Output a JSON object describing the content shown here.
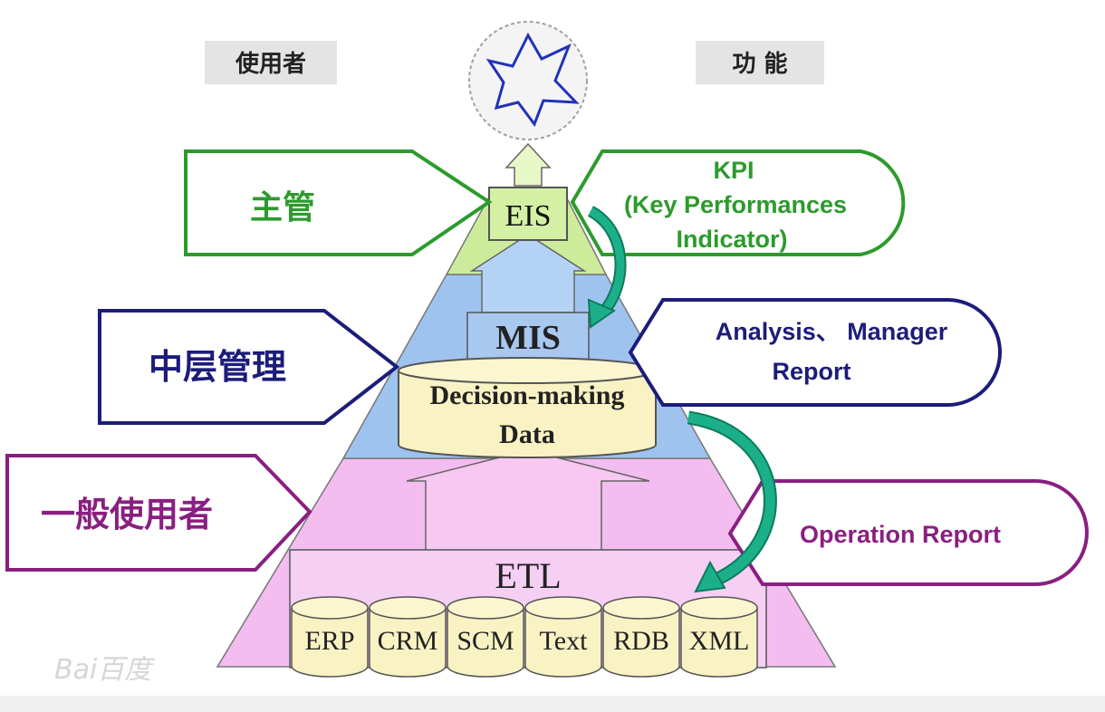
{
  "headers": {
    "users": "使用者",
    "functions": "功 能"
  },
  "levels": {
    "top": {
      "user": "主管",
      "system": "EIS",
      "function_lines": [
        "KPI",
        "(Key Performances",
        "Indicator)"
      ]
    },
    "middle": {
      "user": "中层管理",
      "system": "MIS",
      "function_lines": [
        "Analysis、 Manager",
        "Report"
      ]
    },
    "bottom": {
      "user": "一般使用者",
      "function_lines": [
        "Operation Report"
      ]
    }
  },
  "store": {
    "lines": [
      "Decision-making",
      "Data"
    ]
  },
  "etl": {
    "label": "ETL",
    "sources": [
      "ERP",
      "CRM",
      "SCM",
      "Text",
      "RDB",
      "XML"
    ]
  },
  "watermark": "Bai百度",
  "colors": {
    "top_layer": "#ccec9c",
    "middle_layer": "#9fc3ef",
    "bottom_layer": "#f3bdf0",
    "cylinder": "#f9f3c4",
    "green_outline": "#2c9b2c",
    "navy_outline": "#1c1c7a",
    "purple_outline": "#8a1f80",
    "arrow_teal": "#1bb08a"
  }
}
